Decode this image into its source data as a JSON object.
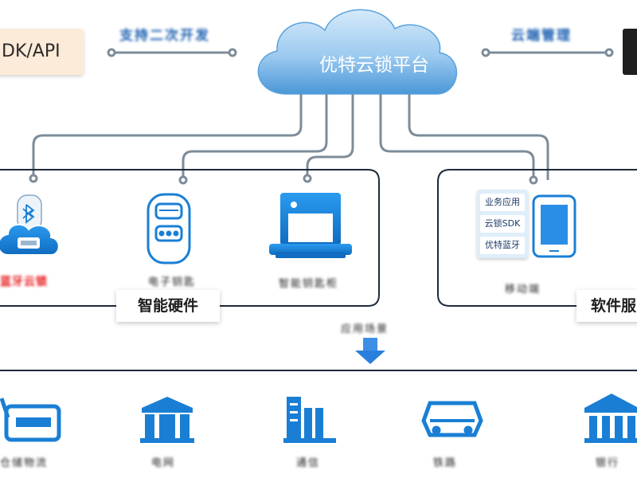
{
  "api_box": {
    "label": "DK/API"
  },
  "top_left_label": "支持二次开发",
  "top_right_label": "云端管理",
  "cloud": {
    "title": "优特云锁平台"
  },
  "hardware": {
    "section_label": "智能硬件",
    "items": [
      {
        "label": "蓝牙云锁",
        "icon": "bluetooth-lock-icon"
      },
      {
        "label": "电子钥匙",
        "icon": "electronic-key-icon"
      },
      {
        "label": "智能钥匙柜",
        "icon": "key-cabinet-icon"
      }
    ]
  },
  "software": {
    "section_label": "软件服",
    "stack": [
      "业务应用",
      "云锁SDK",
      "优特蓝牙"
    ],
    "phone_label": "移动端"
  },
  "scenario_label": "应用场景",
  "scenarios": [
    {
      "label": "仓储物流",
      "icon": "truck-icon"
    },
    {
      "label": "电网",
      "icon": "substation-icon"
    },
    {
      "label": "通信",
      "icon": "building-icon"
    },
    {
      "label": "铁路",
      "icon": "train-icon"
    },
    {
      "label": "银行",
      "icon": "bank-icon"
    }
  ],
  "colors": {
    "line": "#8a9ba8",
    "box_border": "#1d2a3a",
    "icon_blue": "#1a7fd4",
    "cloud_light": "#c9e2f7",
    "cloud_dark": "#3f8fd0"
  }
}
